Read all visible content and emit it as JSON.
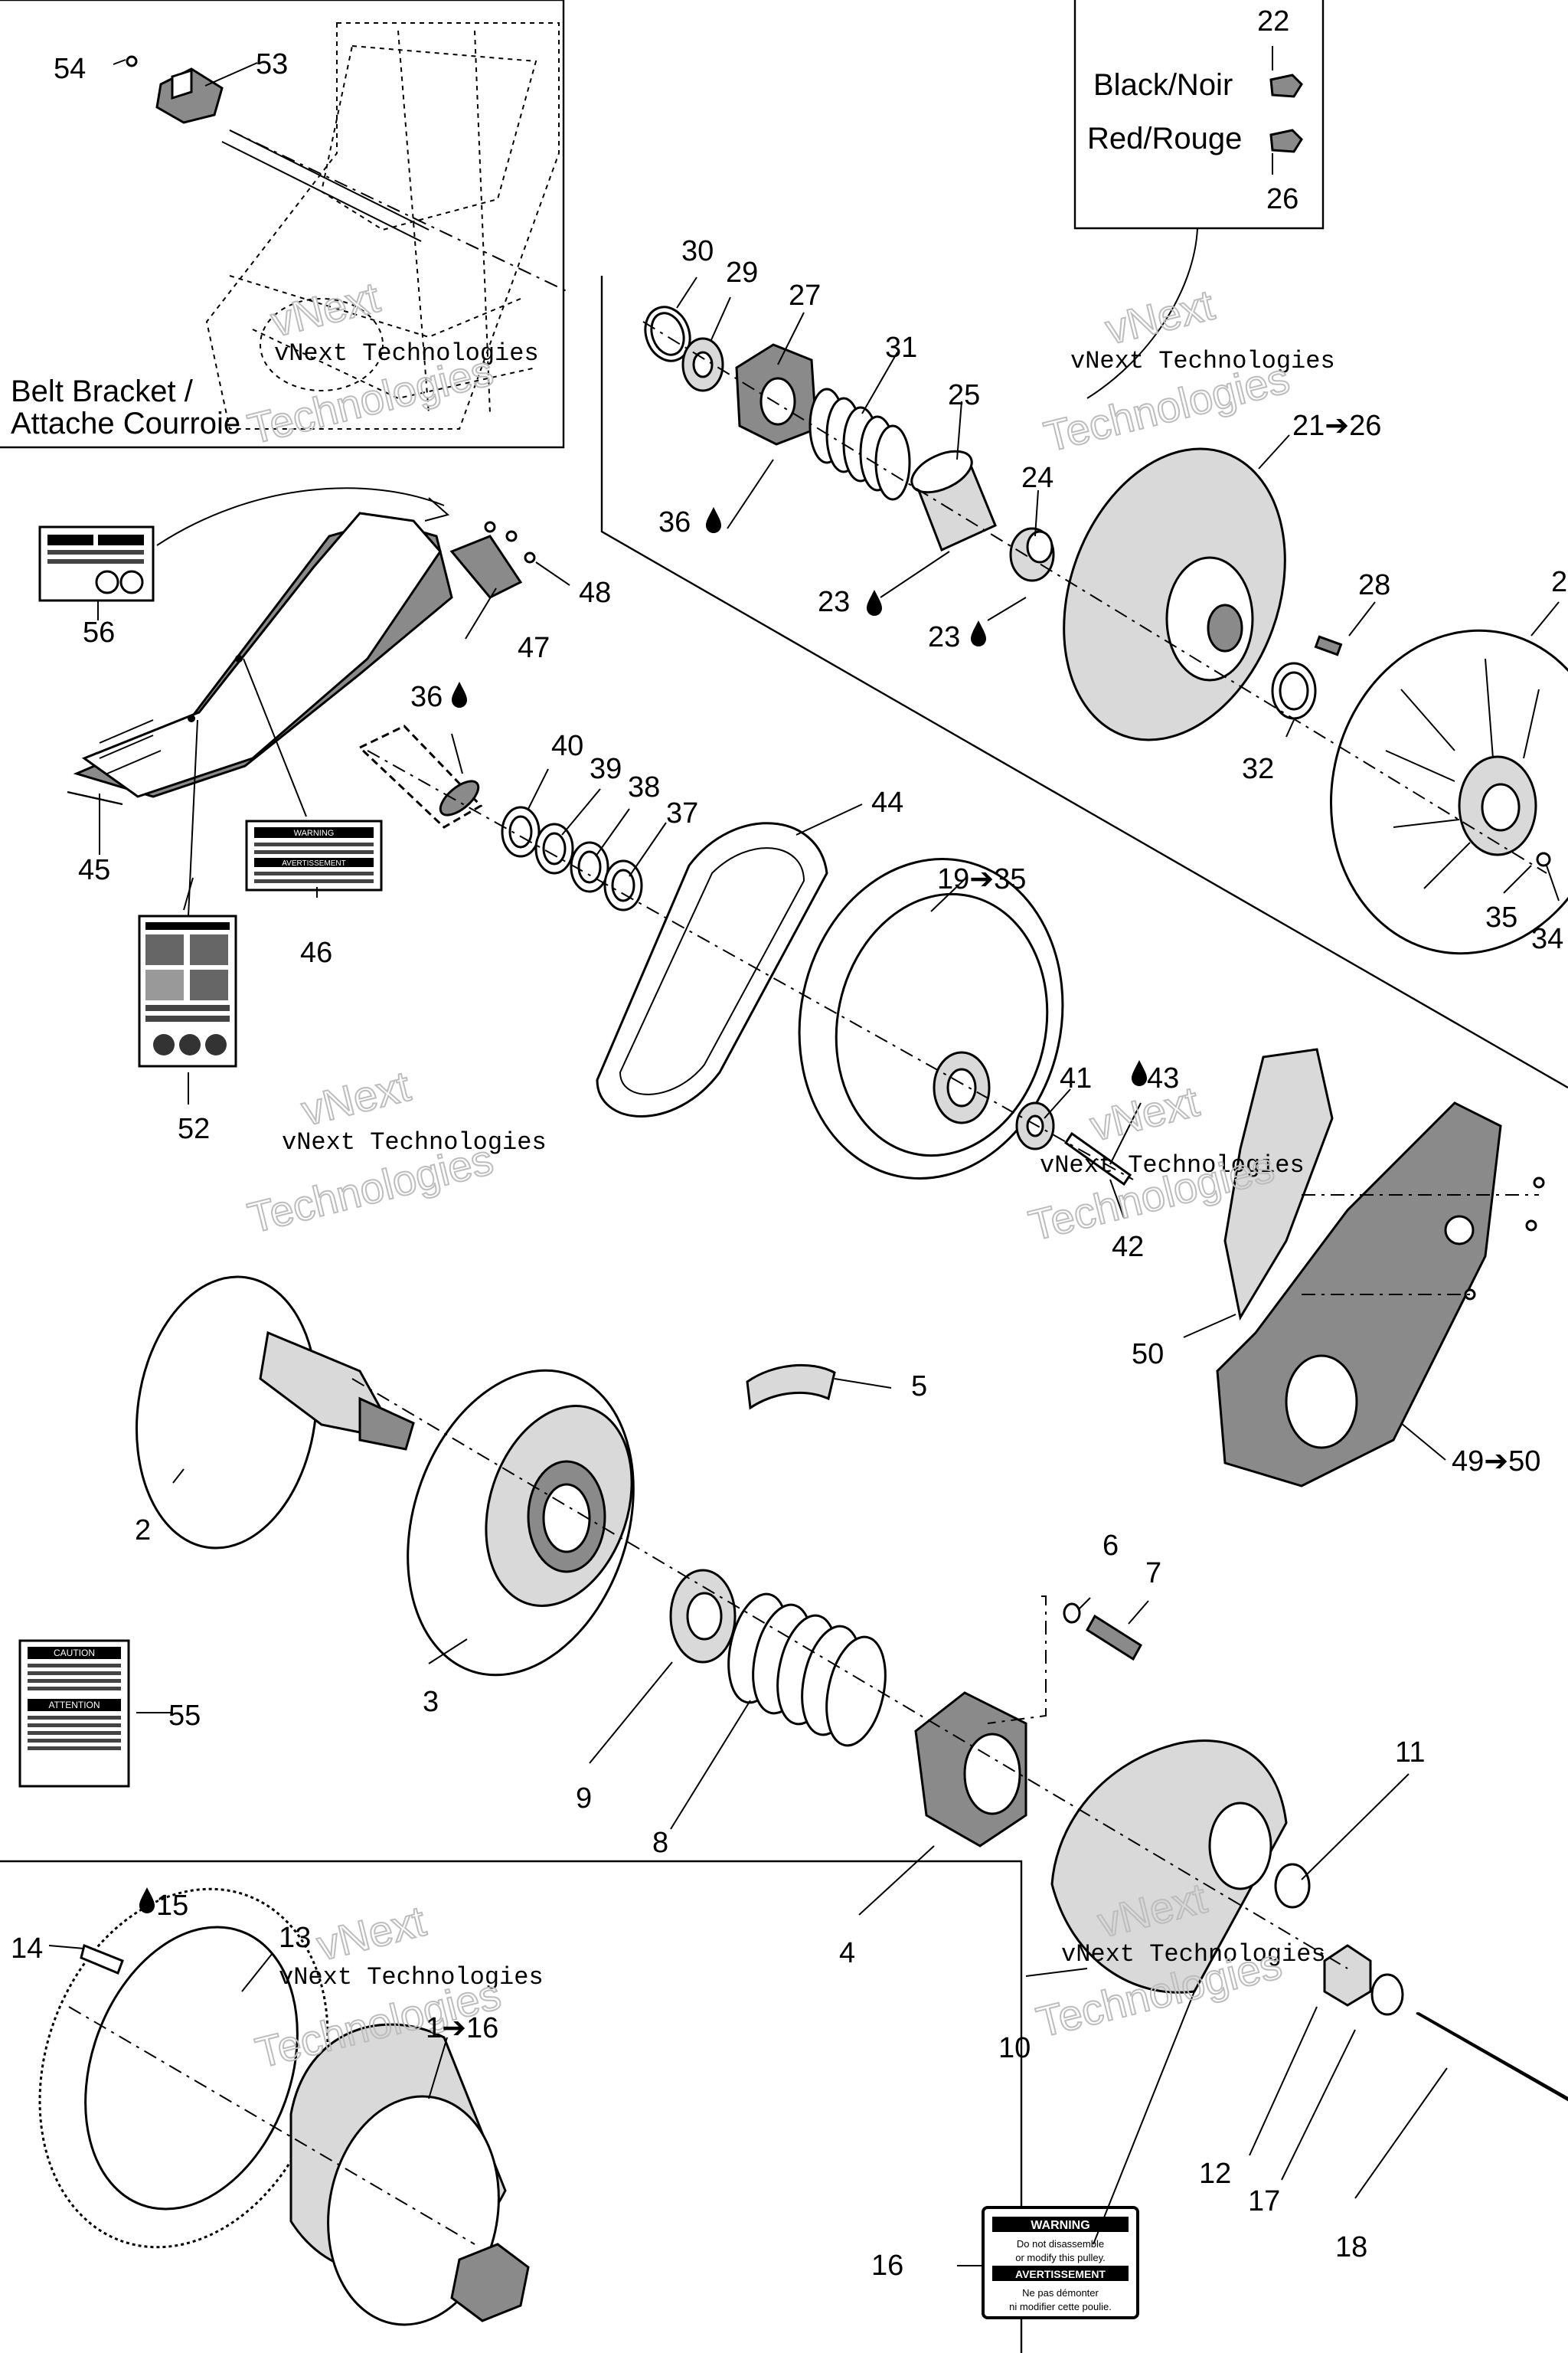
{
  "inset_belt_bracket": {
    "caption_line1": "Belt Bracket /",
    "caption_line2": "Attache Courroie"
  },
  "color_key": {
    "black": "Black/Noir",
    "red": "Red/Rouge"
  },
  "labels": {
    "n1_16": "1➔16",
    "n2": "2",
    "n3": "3",
    "n4": "4",
    "n5": "5",
    "n6": "6",
    "n7": "7",
    "n8": "8",
    "n9": "9",
    "n10": "10",
    "n11": "11",
    "n12": "12",
    "n13": "13",
    "n14": "14",
    "n15": "15",
    "n16": "16",
    "n17": "17",
    "n18": "18",
    "n19_35": "19➔35",
    "n21_26": "21➔26",
    "n22": "22",
    "n23a": "23",
    "n23b": "23",
    "n24": "24",
    "n25": "25",
    "n26": "26",
    "n27": "27",
    "n28": "28",
    "n29": "29",
    "n30": "30",
    "n31": "31",
    "n32": "32",
    "n34": "34",
    "n35": "35",
    "n36a": "36",
    "n36b": "36",
    "n37": "37",
    "n38": "38",
    "n39": "39",
    "n40": "40",
    "n41": "41",
    "n42": "42",
    "n43": "43",
    "n44": "44",
    "n45": "45",
    "n46": "46",
    "n47": "47",
    "n48": "48",
    "n49_50": "49➔50",
    "n50": "50",
    "n52": "52",
    "n53": "53",
    "n54": "54",
    "n55": "55",
    "n56": "56",
    "n_partial": "2"
  },
  "decal_16": {
    "title": "WARNING",
    "line1": "Do not disassemble",
    "line2": "or modify this pulley.",
    "title_fr": "AVERTISSEMENT",
    "line3": "Ne pas démonter",
    "line4": "ni modifier cette poulie."
  },
  "decal_46": {
    "title": "WARNING",
    "title_fr": "AVERTISSEMENT"
  },
  "decal_55": {
    "title": "CAUTION",
    "title2": "ATTENTION"
  },
  "watermark": {
    "line1": "vNext Technologies",
    "line2a": "vNext",
    "line2b": "Technologies"
  }
}
